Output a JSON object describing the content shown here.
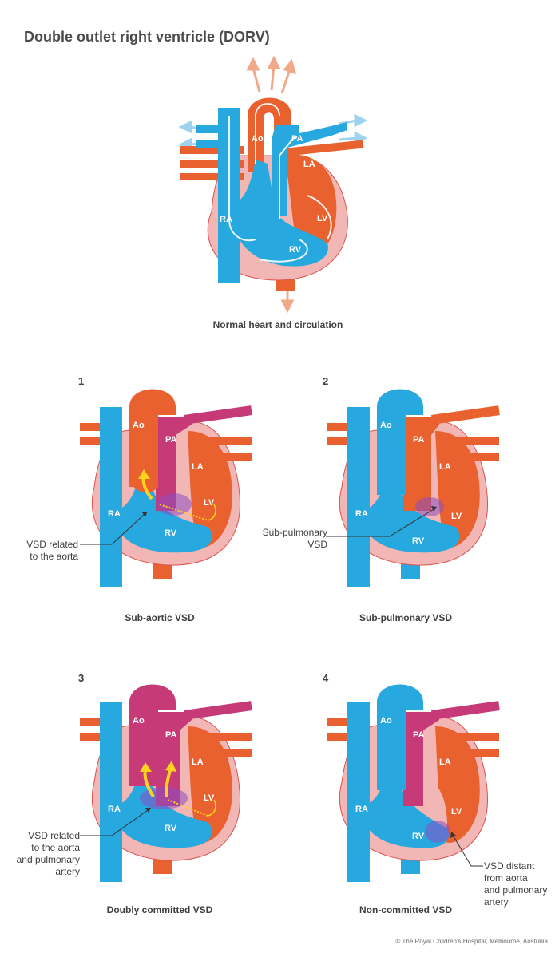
{
  "title": "Double outlet right ventricle (DORV)",
  "colors": {
    "oxygenated": "#e9612f",
    "deoxygenated": "#27a8df",
    "mixed": "#c73a78",
    "wall": "#f2b7b4",
    "flow_arrow": "#ffd21e"
  },
  "chambers": {
    "ao": "Ao",
    "pa": "PA",
    "la": "LA",
    "lv": "LV",
    "ra": "RA",
    "rv": "RV"
  },
  "normal": {
    "caption": "Normal heart and circulation"
  },
  "panels": [
    {
      "number": "1",
      "caption": "Sub-aortic VSD",
      "note": [
        "VSD related",
        "to the aorta"
      ]
    },
    {
      "number": "2",
      "caption": "Sub-pulmonary VSD",
      "note": [
        "Sub-pulmonary",
        "VSD"
      ]
    },
    {
      "number": "3",
      "caption": "Doubly committed VSD",
      "note": [
        "VSD related",
        "to the aorta",
        "and pulmonary",
        "artery"
      ]
    },
    {
      "number": "4",
      "caption": "Non-committed VSD",
      "note": [
        "VSD distant",
        "from aorta",
        "and pulmonary",
        "artery"
      ]
    }
  ],
  "credit": "© The Royal Children's Hospital, Melbourne, Australia"
}
